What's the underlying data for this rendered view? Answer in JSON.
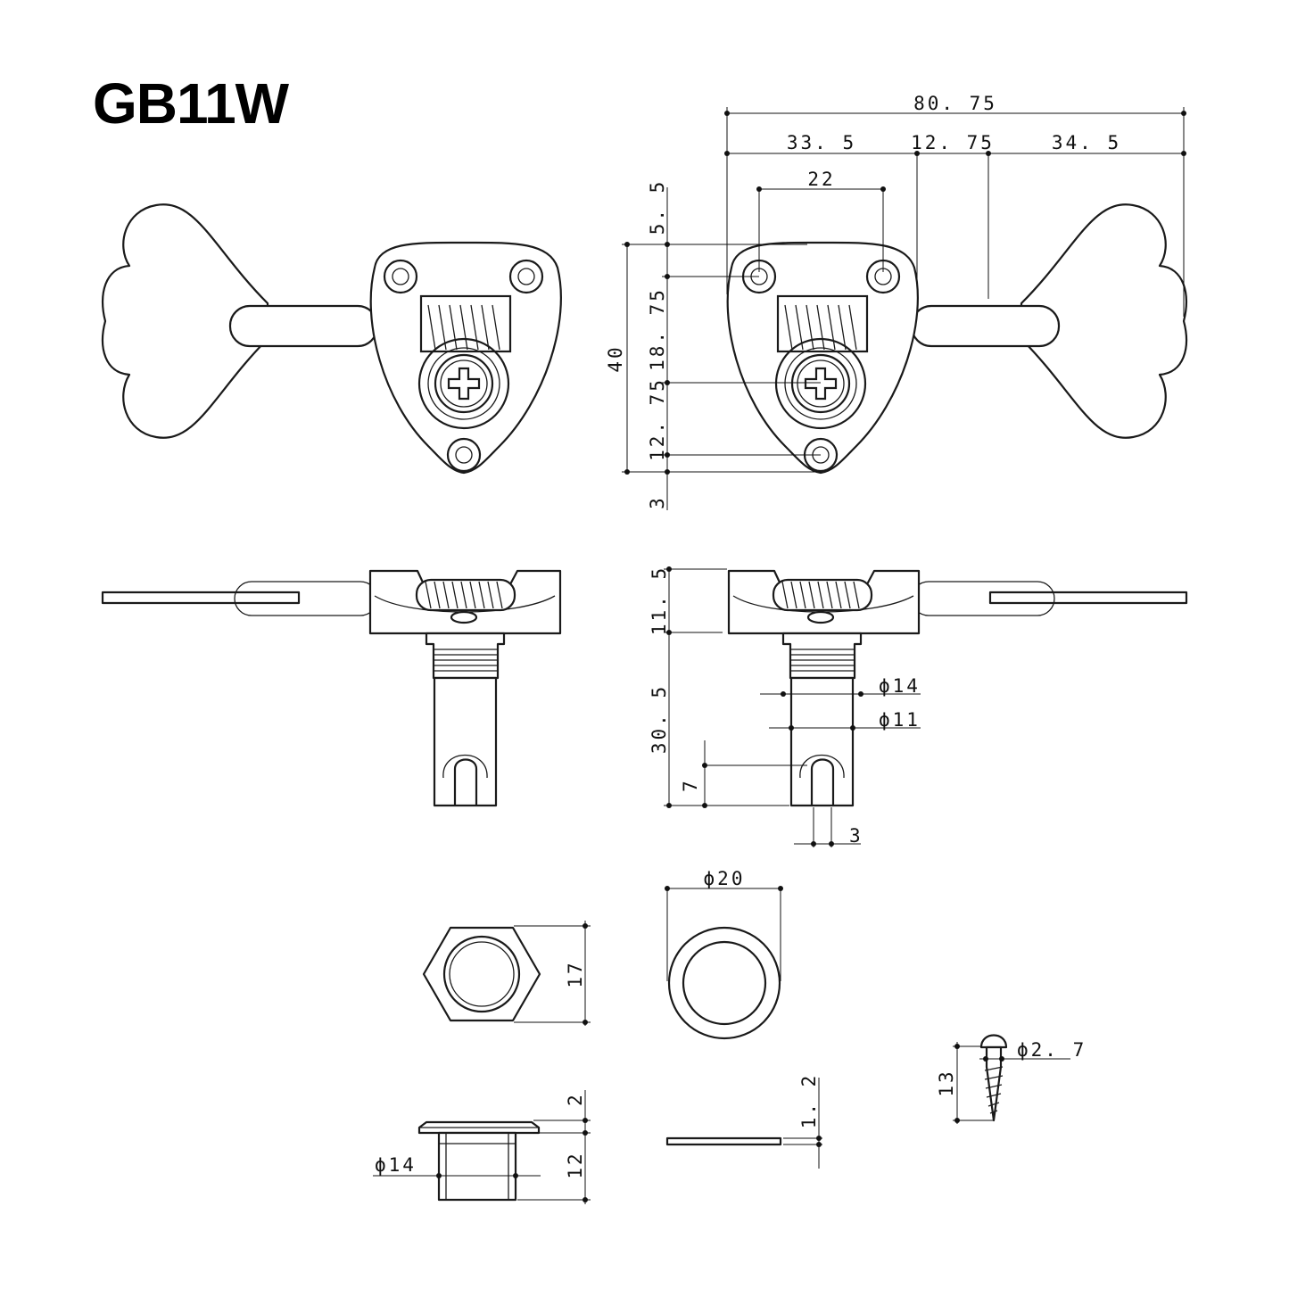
{
  "title": "GB11W",
  "dimensions": {
    "total_width": "80. 75",
    "key_offset": "33. 5",
    "body_to_post": "12. 75",
    "key_length": "34. 5",
    "hole_spacing": "22",
    "top_margin": "5. 5",
    "upper_height": "18. 75",
    "lower_height": "12. 75",
    "bottom_margin": "3",
    "overall_height": "40",
    "housing_height": "11. 5",
    "post_length": "30. 5",
    "bushing_dia_14": "ϕ14",
    "post_dia_11": "ϕ11",
    "slot_depth": "7",
    "slot_width": "3",
    "washer_dia": "ϕ20",
    "nut_height": "17",
    "bushing_flange": "2",
    "bushing_length": "12",
    "bushing_dia": "ϕ14",
    "washer_thickness": "1. 2",
    "screw_dia": "ϕ2. 7",
    "screw_length": "13"
  }
}
